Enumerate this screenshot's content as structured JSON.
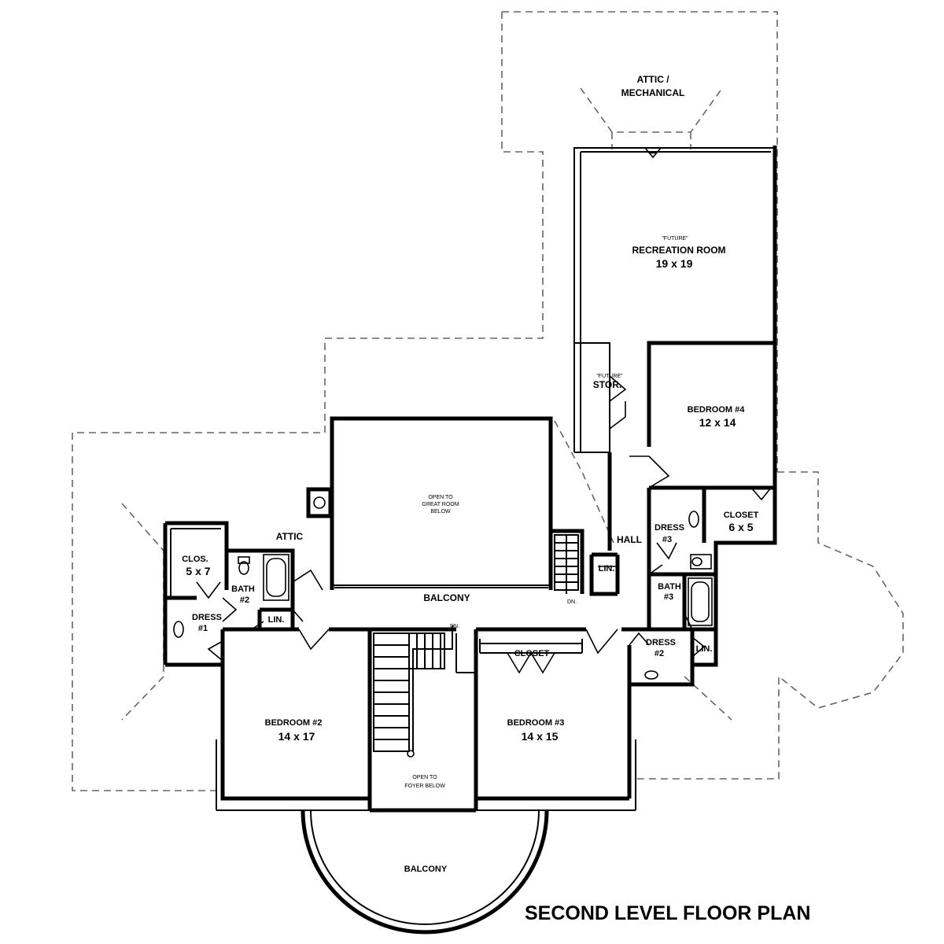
{
  "title": "SECOND LEVEL FLOOR PLAN",
  "rooms": {
    "attic_mechanical_1": "ATTIC /",
    "attic_mechanical_2": "MECHANICAL",
    "rec_future": "\"FUTURE\"",
    "rec_name": "RECREATION ROOM",
    "rec_size": "19 x 19",
    "stor_future": "\"FUTURE\"",
    "stor_name": "STOR.",
    "bed4_name": "BEDROOM #4",
    "bed4_size": "12 x 14",
    "open_great_1": "OPEN TO",
    "open_great_2": "GREAT ROOM",
    "open_great_3": "BELOW",
    "attic": "ATTIC",
    "hall": "HALL",
    "lin_hall": "LIN.",
    "closet_bed4_name": "CLOSET",
    "closet_bed4_size": "6 x 5",
    "dress3_name": "DRESS",
    "dress3_num": "#3",
    "bath3_name": "BATH",
    "bath3_num": "#3",
    "dress2_name": "DRESS",
    "dress2_num": "#2",
    "lin_bath3": "LIN.",
    "clos_name": "CLOS.",
    "clos_size": "5 x 7",
    "bath2_name": "BATH",
    "bath2_num": "#2",
    "dress1_name": "DRESS",
    "dress1_num": "#1",
    "lin_bath2": "LIN.",
    "balcony_upper": "BALCONY",
    "stair_dn_1": "DN.",
    "stair_dn_2": "DN.",
    "closet_bed3": "CLOSET",
    "bed2_name": "BEDROOM #2",
    "bed2_size": "14 x 17",
    "bed3_name": "BEDROOM #3",
    "bed3_size": "14 x 15",
    "open_foyer_1": "OPEN TO",
    "open_foyer_2": "FOYER BELOW",
    "balcony_lower": "BALCONY"
  }
}
